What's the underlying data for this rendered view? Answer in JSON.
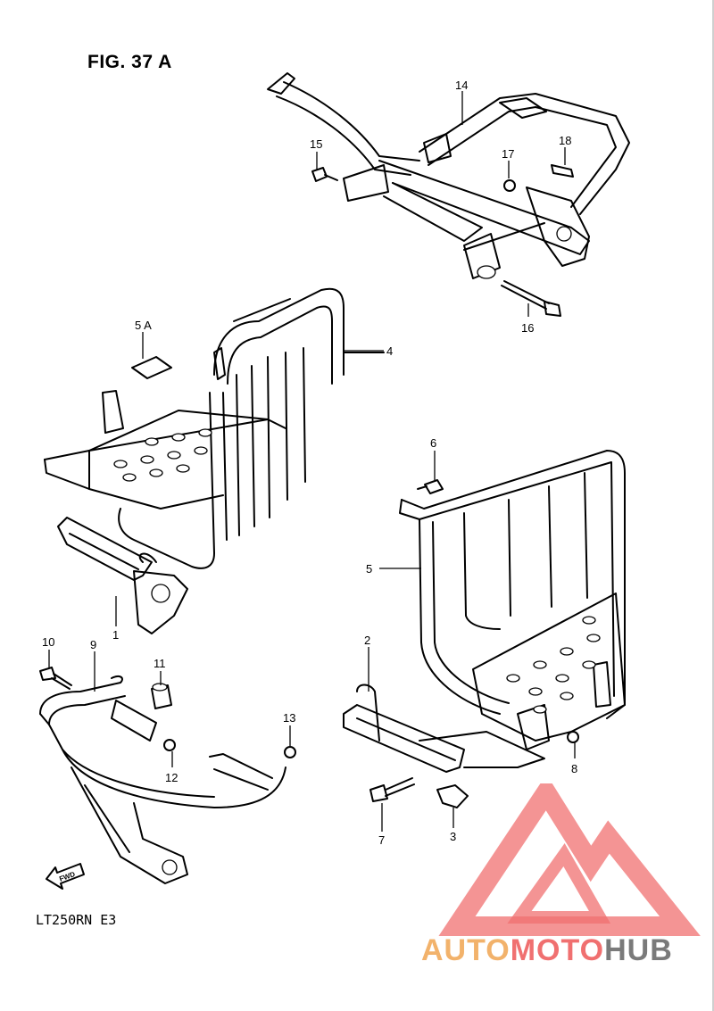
{
  "figure": {
    "title": "FIG. 37 A",
    "model_code": "LT250RN E3"
  },
  "callouts": {
    "c1": "1",
    "c2": "2",
    "c3": "3",
    "c4": "4",
    "c5": "5",
    "c5a": "5 A",
    "c6": "6",
    "c7": "7",
    "c8": "8",
    "c9": "9",
    "c10": "10",
    "c11": "11",
    "c12": "12",
    "c13": "13",
    "c14": "14",
    "c15": "15",
    "c16": "16",
    "c17": "17",
    "c18": "18"
  },
  "direction_arrow": "FWD",
  "watermark": {
    "part1": "AUTO",
    "part2": "MOTO",
    "part3": "HUB",
    "colors": {
      "auto": "#f2b26b",
      "moto": "#f07070",
      "hub": "#7a7a7a",
      "triangle": "#f07070"
    }
  }
}
